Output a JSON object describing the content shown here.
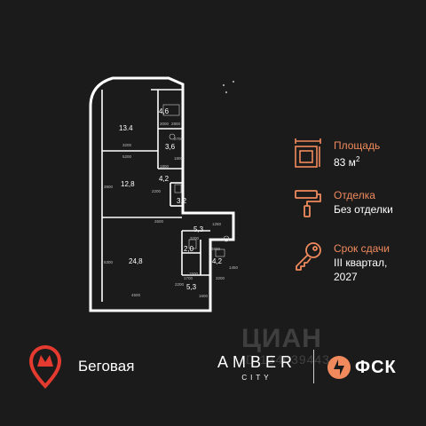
{
  "plan": {
    "rooms": [
      {
        "id": "kitchen-upper",
        "area": "13.4"
      },
      {
        "id": "bath-top",
        "area": "4,6"
      },
      {
        "id": "bath-mid",
        "area": "3,6"
      },
      {
        "id": "hall-1",
        "area": "4,2"
      },
      {
        "id": "bedroom",
        "area": "12,8"
      },
      {
        "id": "hall-2",
        "area": "3,2"
      },
      {
        "id": "storage",
        "area": "5,3"
      },
      {
        "id": "living",
        "area": "24,8"
      },
      {
        "id": "wc",
        "area": "2,0"
      },
      {
        "id": "bath-small",
        "area": "4,2"
      },
      {
        "id": "corridor",
        "area": "5,3"
      }
    ],
    "dimensions": [
      "3200",
      "5200",
      "1800",
      "3800",
      "2600",
      "2700",
      "2800",
      "2200",
      "1250",
      "3200",
      "3800",
      "1700",
      "2200",
      "3200",
      "4500",
      "5300",
      "3000",
      "1800",
      "1500",
      "1450",
      "1600"
    ]
  },
  "info": [
    {
      "title": "Площадь",
      "value": "83 м",
      "sup": "2",
      "icon": "floor-plan-icon"
    },
    {
      "title": "Отделка",
      "value": "Без отделки",
      "icon": "paint-roller-icon"
    },
    {
      "title": "Срок сдачи",
      "value": "III квартал,",
      "value2": "2027",
      "icon": "key-icon"
    }
  ],
  "metro": {
    "name": "Беговая",
    "icon": "metro-icon",
    "color": "#e53a2f"
  },
  "brand": {
    "amber": "AMBER",
    "city": "CITY",
    "fsk": "ФСК"
  },
  "watermark": {
    "brand": "ЦИАН",
    "id": "ID 134639443"
  },
  "colors": {
    "background": "#1b1b1b",
    "accent": "#f08a5d",
    "wall": "#ffffff",
    "metro": "#e53a2f"
  }
}
